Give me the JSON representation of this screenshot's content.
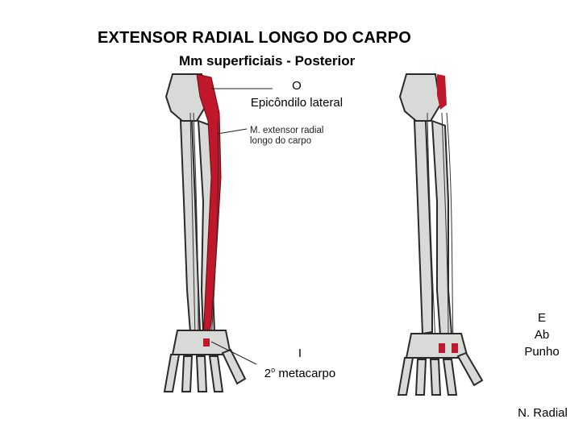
{
  "title": "EXTENSOR RADIAL LONGO DO CARPO",
  "subtitle": "Mm superficiais - Posterior",
  "origin": {
    "letter": "O",
    "text": "Epicôndilo lateral"
  },
  "book_label": {
    "line1": "M. extensor radial",
    "line2": "longo do carpo"
  },
  "insertion": {
    "letter": "I",
    "text_main": "2",
    "text_sup": "o",
    "text_rest": " metacarpo"
  },
  "action": {
    "letter": "E",
    "line2": "Ab",
    "line3": "Punho"
  },
  "nerve": "N. Radial",
  "colors": {
    "muscle": "#c0182a",
    "bone": "#d8dad8",
    "bone_outline": "#2a2a2a"
  }
}
